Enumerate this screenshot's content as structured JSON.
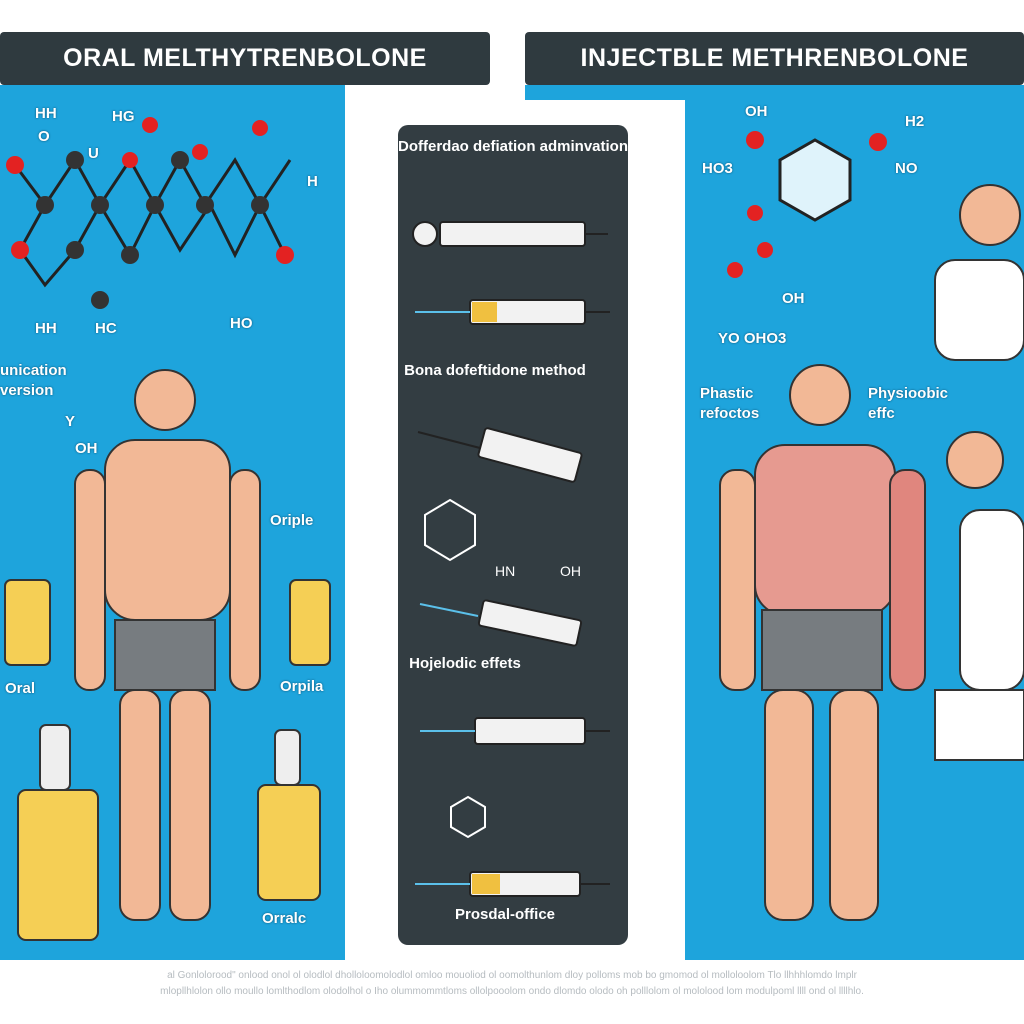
{
  "left": {
    "title": "ORAL MELTHYTRENBOLONE",
    "labels": [
      "HH",
      "HG",
      "O",
      "U",
      "H",
      "HH",
      "HC",
      "HO",
      "unication",
      "version",
      "Y",
      "OH",
      "Oriple",
      "Oral",
      "Orpila",
      "Orralc"
    ]
  },
  "right": {
    "title": "INJECTBLE METHRENBOLONE",
    "labels": [
      "OH",
      "H2",
      "HO3",
      "NO",
      "OH",
      "YO OHO3",
      "Phastic",
      "refoctos",
      "Physioobic",
      "effc"
    ]
  },
  "middle": {
    "heading": "Dofferdao defiation adminvation",
    "method": "Bona dofeftidone method",
    "hn": "HN",
    "oh": "OH",
    "effects": "Hojelodic effets",
    "footer_label": "Prosdal-office"
  },
  "footer": {
    "line1": "al Gonlolorood\" onlood onol ol olodlol dholloloomolodlol omloo mouoliod ol oomolthunlom dloy polloms mob bo gmomod ol molloloolom Tlo llhhhlomdo lmplr",
    "line2": "mlopllhlolon ollo moullo lomlthodlom olodolhol o Iho olummommtloms ollolpooolom ondo dlomdo olodo oh polllolom ol mololood lom modulpoml llll ond ol llllhlo."
  },
  "colors": {
    "panel": "#1ea4dc",
    "header": "#2f3a3f",
    "card": "#333d42"
  }
}
